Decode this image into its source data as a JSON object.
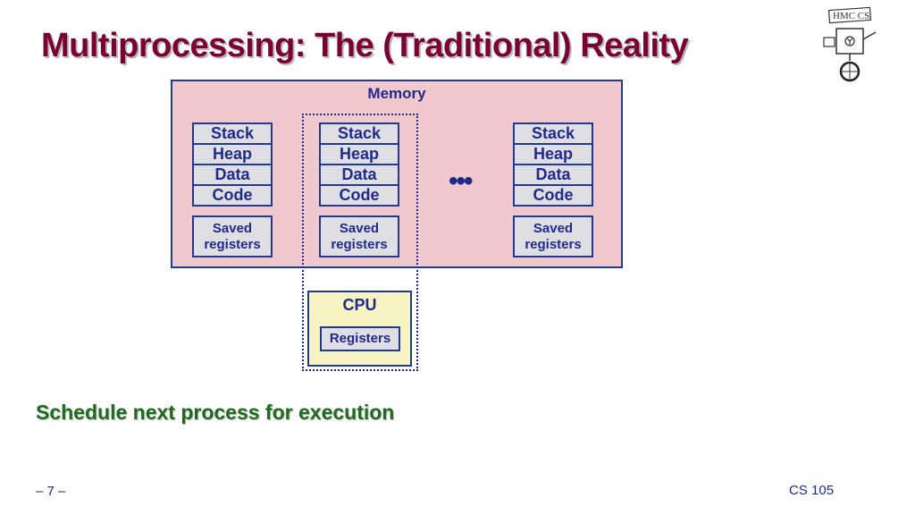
{
  "slide": {
    "title": "Multiprocessing: The (Traditional) Reality",
    "bullet": "Schedule next process for execution",
    "page_number": "– 7 –",
    "course": "CS 105",
    "logo_text": "HMC CS"
  },
  "memory": {
    "label": "Memory",
    "ellipsis": "•••",
    "processes": [
      {
        "segments": [
          "Stack",
          "Heap",
          "Data",
          "Code"
        ],
        "saved": "Saved registers"
      },
      {
        "segments": [
          "Stack",
          "Heap",
          "Data",
          "Code"
        ],
        "saved": "Saved registers"
      },
      {
        "segments": [
          "Stack",
          "Heap",
          "Data",
          "Code"
        ],
        "saved": "Saved registers"
      }
    ]
  },
  "cpu": {
    "label": "CPU",
    "registers": "Registers"
  },
  "colors": {
    "title": "#7a0033",
    "memory_fill": "#f2c8cf",
    "cpu_fill": "#f7f3c2",
    "box_fill": "#dfdfe3",
    "text_blue": "#1f2a8a",
    "bullet_green": "#1f6b1f"
  }
}
